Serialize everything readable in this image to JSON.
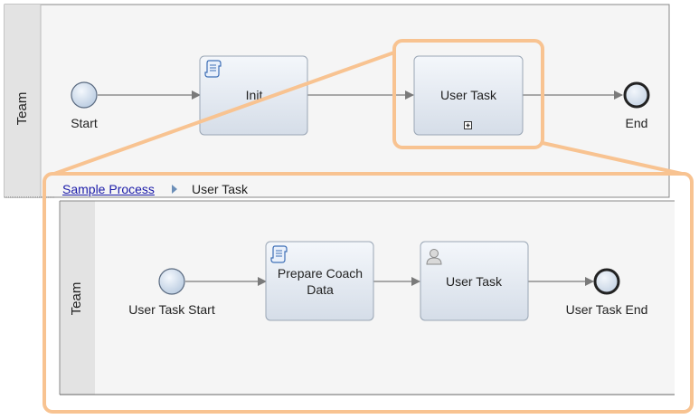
{
  "top_diagram": {
    "lane": "Team",
    "start_label": "Start",
    "init_label": "Init",
    "task_label": "User Task",
    "end_label": "End"
  },
  "breadcrumb": {
    "parent": "Sample Process",
    "current": "User Task"
  },
  "detail_diagram": {
    "lane": "Team",
    "start_label": "User Task Start",
    "prepare_label_line1": "Prepare Coach",
    "prepare_label_line2": "Data",
    "task_label": "User Task",
    "end_label": "User Task End"
  },
  "colors": {
    "highlight": "#f8c391",
    "lane_bg": "#f5f5f5",
    "lane_header": "#e3e3e3",
    "task_fill_top": "#f4f7fb",
    "task_fill_bottom": "#d5dde8"
  }
}
